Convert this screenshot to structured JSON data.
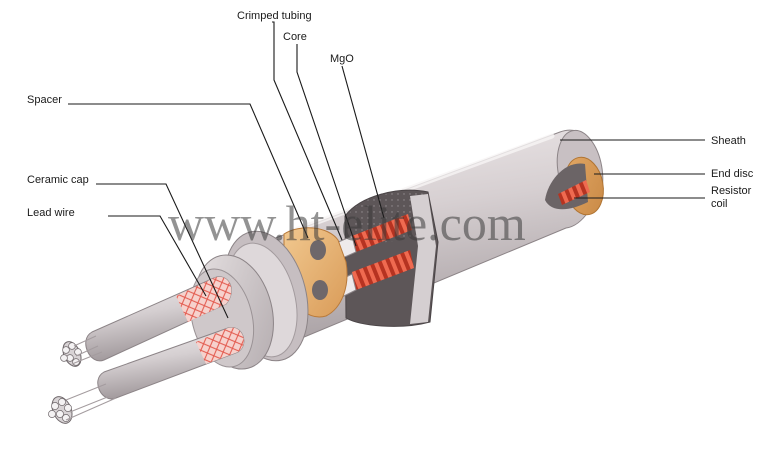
{
  "labels": {
    "crimped_tubing": "Crimped tubing",
    "core": "Core",
    "mgo": "MgO",
    "spacer": "Spacer",
    "ceramic_cap": "Ceramic cap",
    "lead_wire": "Lead wire",
    "sheath": "Sheath",
    "end_disc": "End disc",
    "resistor_coil_line1": "Resistor",
    "resistor_coil_line2": "coil"
  },
  "watermark": "www.ht-elite.com",
  "colors": {
    "sheath": "#d9d3d5",
    "spacer": "#e9b77a",
    "coil": "#d9402b",
    "end_disc": "#d79a5c",
    "mgo": "#f2eeee",
    "leader": "#1a1a1a"
  }
}
